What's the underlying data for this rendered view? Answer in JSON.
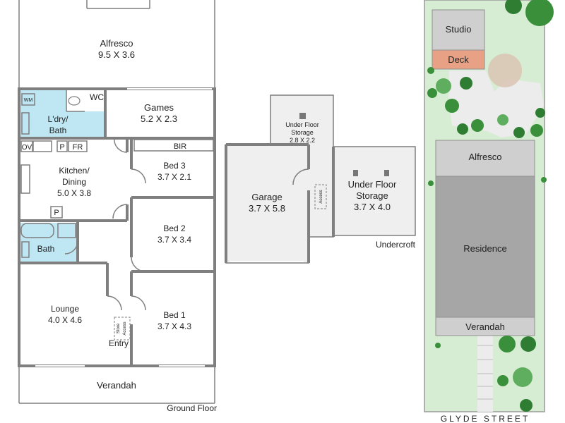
{
  "ground_floor": {
    "title": "Ground Floor",
    "rooms": {
      "alfresco": {
        "name": "Alfresco",
        "size": "9.5 X 3.6"
      },
      "games": {
        "name": "Games",
        "size": "5.2 X 2.3"
      },
      "laundry": {
        "name": "L'dry/",
        "name2": "Bath"
      },
      "wc": {
        "name": "WC"
      },
      "wm": {
        "name": "WM"
      },
      "ov": {
        "name": "OV"
      },
      "p1": {
        "name": "P"
      },
      "fr": {
        "name": "FR"
      },
      "bir": {
        "name": "BIR"
      },
      "kitchen": {
        "name": "Kitchen/",
        "name2": "Dining",
        "size": "5.0 X 3.8"
      },
      "p2": {
        "name": "P"
      },
      "bed3": {
        "name": "Bed 3",
        "size": "3.7 X 2.1"
      },
      "bed2": {
        "name": "Bed 2",
        "size": "3.7 X 3.4"
      },
      "bath": {
        "name": "Bath"
      },
      "lounge": {
        "name": "Lounge",
        "size": "4.0 X 4.6"
      },
      "bed1": {
        "name": "Bed 1",
        "size": "3.7 X 4.3"
      },
      "store": {
        "name": "Store"
      },
      "access": {
        "name": "Access"
      },
      "entry": {
        "name": "Entry"
      },
      "verandah": {
        "name": "Verandah"
      }
    }
  },
  "undercroft": {
    "title": "Undercroft",
    "rooms": {
      "ufs_small": {
        "name": "Under Floor",
        "name2": "Storage",
        "size": "2.8 X 2.2"
      },
      "garage": {
        "name": "Garage",
        "size": "3.7 X 5.8"
      },
      "access": {
        "name": "Access"
      },
      "ufs_large": {
        "name": "Under Floor",
        "name2": "Storage",
        "size": "3.7 X 4.0"
      }
    }
  },
  "site_plan": {
    "studio": "Studio",
    "deck": "Deck",
    "alfresco": "Alfresco",
    "residence": "Residence",
    "verandah": "Verandah",
    "street": "GLYDE STREET"
  },
  "colors": {
    "wall": "#7f7f7f",
    "lawn": "#d7edd3",
    "building": "#a6a6a6",
    "outbuilding": "#cfcfcf",
    "deck": "#e8a184",
    "tile": "#bfe6f3",
    "tree": "#3a8f3a"
  }
}
